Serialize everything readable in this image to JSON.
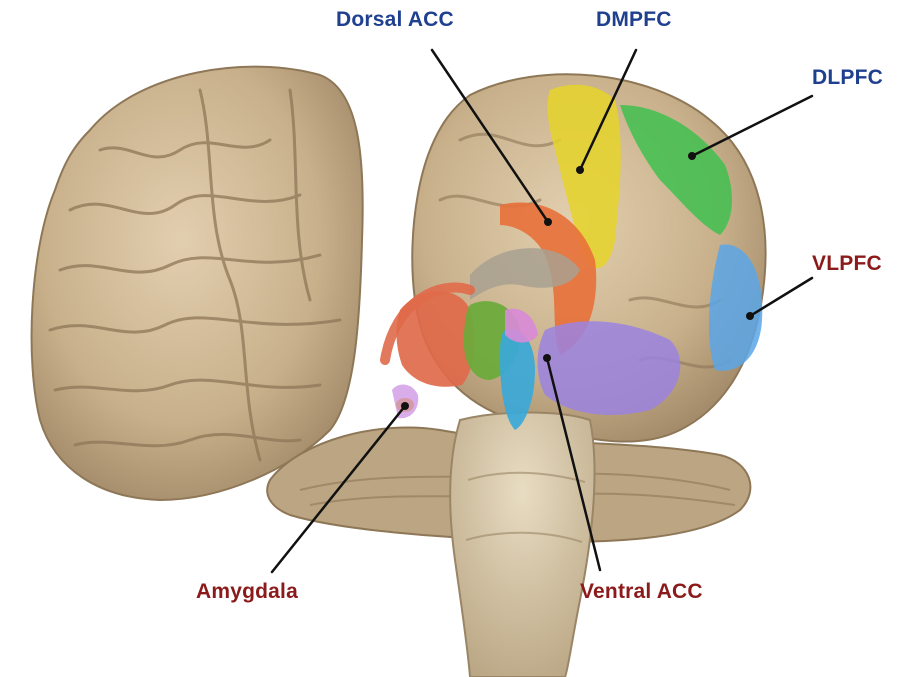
{
  "labels": {
    "dorsal_acc": "Dorsal ACC",
    "dmpfc": "DMPFC",
    "dlpfc": "DLPFC",
    "vlpfc": "VLPFC",
    "amygdala": "Amygdala",
    "ventral_acc": "Ventral ACC"
  },
  "colors": {
    "blue_label": "#1f3f8f",
    "red_label": "#8b1a1a",
    "brain_tan": "#c9b28f",
    "dorsal_acc_region": "#e8703a",
    "dmpfc_region": "#e5d42a",
    "dlpfc_region": "#3fbf4f",
    "vlpfc_region": "#5aa6e8",
    "ventral_acc_region": "#9b82e0",
    "amygdala_region": "#f0c020",
    "hippocampus_region": "#e06a4a",
    "thalamus_region": "#6aaa3a",
    "hypothalamus_region": "#3aa8d8"
  }
}
